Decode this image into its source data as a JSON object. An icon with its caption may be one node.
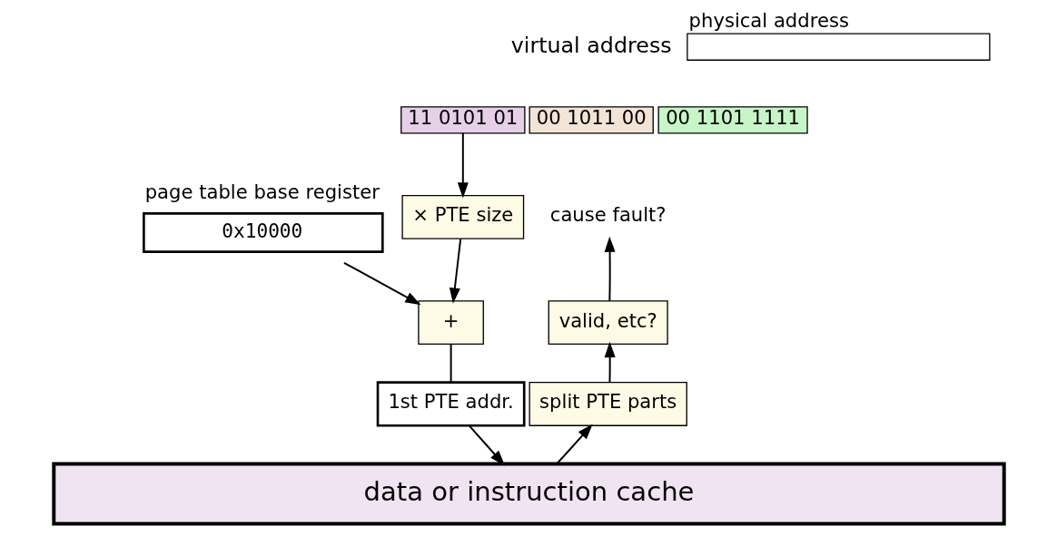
{
  "diagram": {
    "nodes": [
      {
        "text": [
          "page table base register",
          "0x10000"
        ]
      },
      {
        "text": [
          "11 0101 01"
        ]
      },
      {
        "text": [
          "00 1011 00"
        ]
      },
      {
        "text": [
          "00 1101 1111"
        ]
      },
      {
        "text": [
          "× PTE size"
        ]
      },
      {
        "text": [
          "+"
        ]
      },
      {
        "text": [
          "1st PTE addr."
        ]
      },
      {
        "text": [
          "data or instruction cache"
        ]
      },
      {
        "text": [
          "split PTE parts"
        ]
      },
      {
        "text": [
          "valid, etc?"
        ]
      },
      {
        "text": [
          "cause fault?"
        ]
      },
      {
        "text": [],
        "shape": "box",
        "beside": [
          "physical address"
        ]
      }
    ],
    "edges": [
      {
        "from": 0,
        "to": 5,
        "arrow": "to"
      },
      {
        "from": 1,
        "to": 4,
        "arrow": "to"
      },
      {
        "from": 4,
        "to": 5,
        "arrow": "to"
      },
      {
        "from": 5,
        "to": 6,
        "arrow": "none"
      },
      {
        "from": 6,
        "to": 7,
        "arrow": "to"
      },
      {
        "from": 7,
        "to": 8,
        "arrow": "to"
      },
      {
        "from": 8,
        "to": 9,
        "arrow": "to"
      },
      {
        "from": 9,
        "to": 10,
        "arrow": "to"
      }
    ],
    "labels": [
      "virtual address"
    ]
  }
}
